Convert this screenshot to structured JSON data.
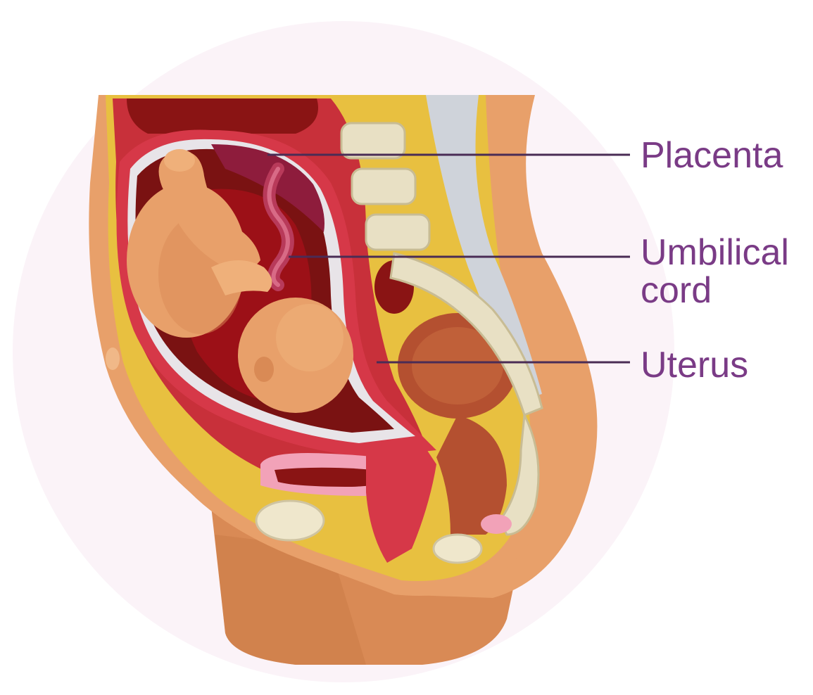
{
  "colors": {
    "label": "#7a3b86",
    "leader": "#4a2c55",
    "background_circle": "#fbf3f8",
    "skin": "#e8a06a",
    "skin_dark": "#c97a45",
    "fat": "#e8c040",
    "muscle": "#c8303a",
    "uterus_cavity": "#7a1212",
    "amniotic": "#a8101a",
    "placenta": "#8e1c3c",
    "bone": "#e8e0c4",
    "spine_canal": "#cfd3da"
  },
  "labels": {
    "placenta": "Placenta",
    "umbilical_line1": "Umbilical",
    "umbilical_line2": "cord",
    "uterus": "Uterus"
  }
}
